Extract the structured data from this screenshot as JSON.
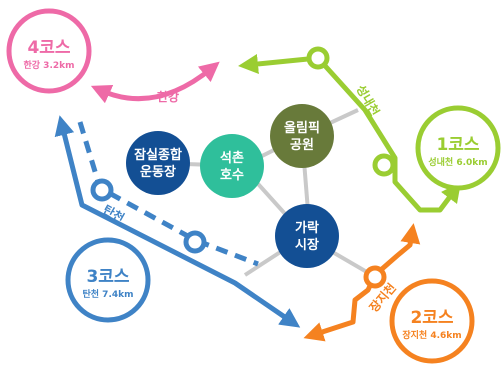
{
  "colors": {
    "course1": "#9acd32",
    "course2": "#f58220",
    "course3": "#3f83c6",
    "course4": "#ee6aa7",
    "connector": "#c9c9c9",
    "node_jamsil": "#134f94",
    "node_seokchon": "#2fbf9b",
    "node_olympic": "#687a3a",
    "node_garak": "#134f94"
  },
  "courses": [
    {
      "id": "course-1",
      "title": "1코스",
      "subtitle": "성내천 6.0km"
    },
    {
      "id": "course-2",
      "title": "2코스",
      "subtitle": "장지천 4.6km"
    },
    {
      "id": "course-3",
      "title": "3코스",
      "subtitle": "탄천 7.4km"
    },
    {
      "id": "course-4",
      "title": "4코스",
      "subtitle": "한강 3.2km"
    }
  ],
  "nodes": [
    {
      "id": "jamsil",
      "line1": "잠실종합",
      "line2": "운동장"
    },
    {
      "id": "seokchon",
      "line1": "석촌",
      "line2": "호수"
    },
    {
      "id": "olympic",
      "line1": "올림픽",
      "line2": "공원"
    },
    {
      "id": "garak",
      "line1": "가락",
      "line2": "시장"
    }
  ],
  "rivers": {
    "hangang": "한강",
    "seongnaecheon": "성내천",
    "tancheon": "탄천",
    "jangjicheon": "장지천"
  }
}
